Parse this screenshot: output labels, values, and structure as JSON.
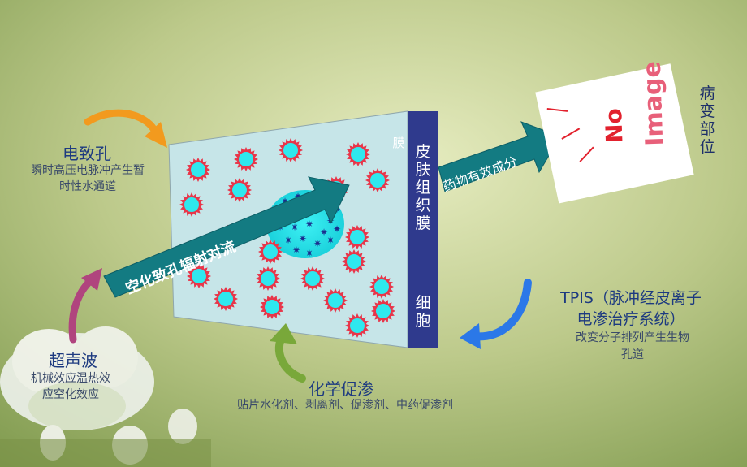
{
  "labels": {
    "electroporation_title": "电致孔",
    "electroporation_line1": "瞬时高压电脉冲产生暂",
    "electroporation_line2": "时性水通道",
    "ultrasound_title": "超声波",
    "ultrasound_line1": "机械效应温热效",
    "ultrasound_line2": "应空化效应",
    "chem_title": "化学促渗",
    "chem_line1": "贴片水化剂、剥离剂、促渗剂、中药促渗剂",
    "tpis_line1": "TPIS（脉冲经皮离子",
    "tpis_line2": "电渗治疗系统）",
    "tpis_line3": "改变分子排列产生生物",
    "tpis_line4": "孔道",
    "membrane_small": "膜",
    "skin_tissue_membrane": "皮肤组织膜",
    "cell": "细胞",
    "lesion_site": "病变部位",
    "cavitation_arrow": "空化致孔辐射对流",
    "drug_arrow": "药物有效成分",
    "image_placeholder_no": "No",
    "image_placeholder_image": "Image"
  },
  "colors": {
    "membrane_bar": "#2e3a8c",
    "tissue_box": "#c7e6ea",
    "teal_arrow": "#137b82",
    "orange_arrow": "#f29a1e",
    "purple_arrow": "#b0447e",
    "green_arrow": "#79a83a",
    "blue_arrow": "#2b78e8",
    "particle_core": "#2fe8ee",
    "particle_ring": "#e8364a"
  }
}
